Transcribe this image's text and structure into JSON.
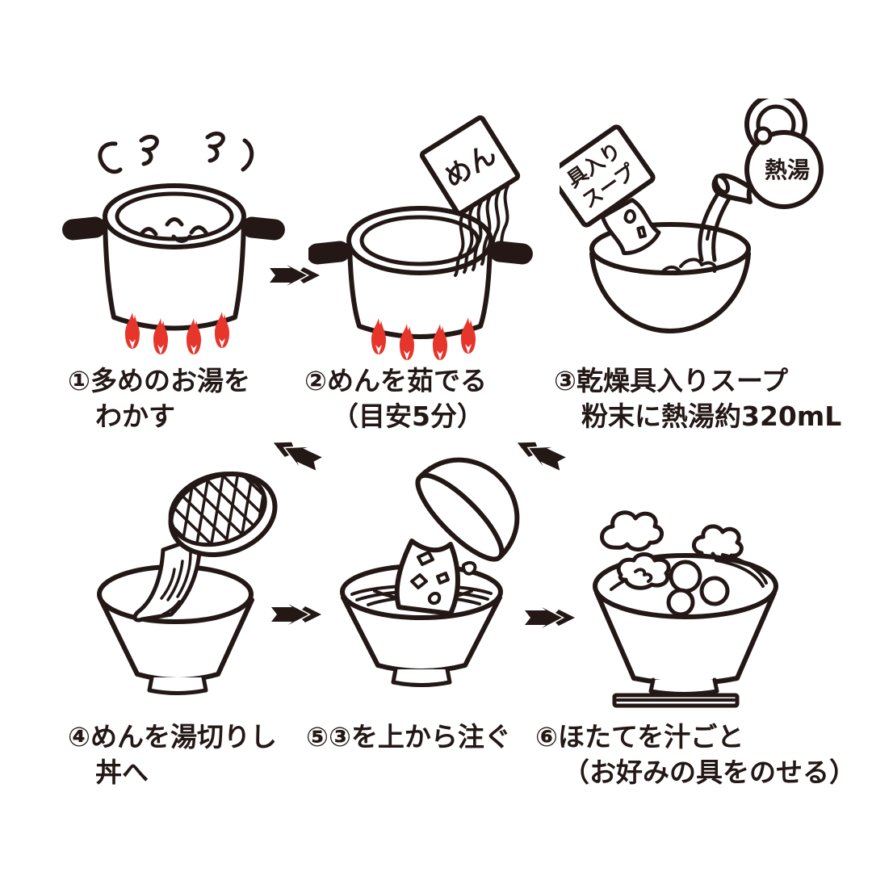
{
  "page": {
    "background": "#ffffff"
  },
  "colors": {
    "ink": "#231815",
    "flame": "#e6352b"
  },
  "steps": [
    {
      "caption_line1": "①多めのお湯を",
      "caption_line2": "わかす"
    },
    {
      "caption_line1": "②めんを茹でる",
      "caption_line2": "（目安5分）"
    },
    {
      "caption_line1": "③乾燥具入りスープ",
      "caption_line2": "粉末に熱湯約320mL"
    },
    {
      "caption_line1": "④めんを湯切りし",
      "caption_line2": "丼へ"
    },
    {
      "caption_line1": "⑤③を上から注ぐ",
      "caption_line2": ""
    },
    {
      "caption_line1": "⑥ほたてを汁ごと",
      "caption_line2": "（お好みの具をのせる）"
    }
  ],
  "labels": {
    "noodle_packet": "めん",
    "soup_packet_line1": "具入り",
    "soup_packet_line2": "スープ",
    "kettle": "熱湯"
  }
}
